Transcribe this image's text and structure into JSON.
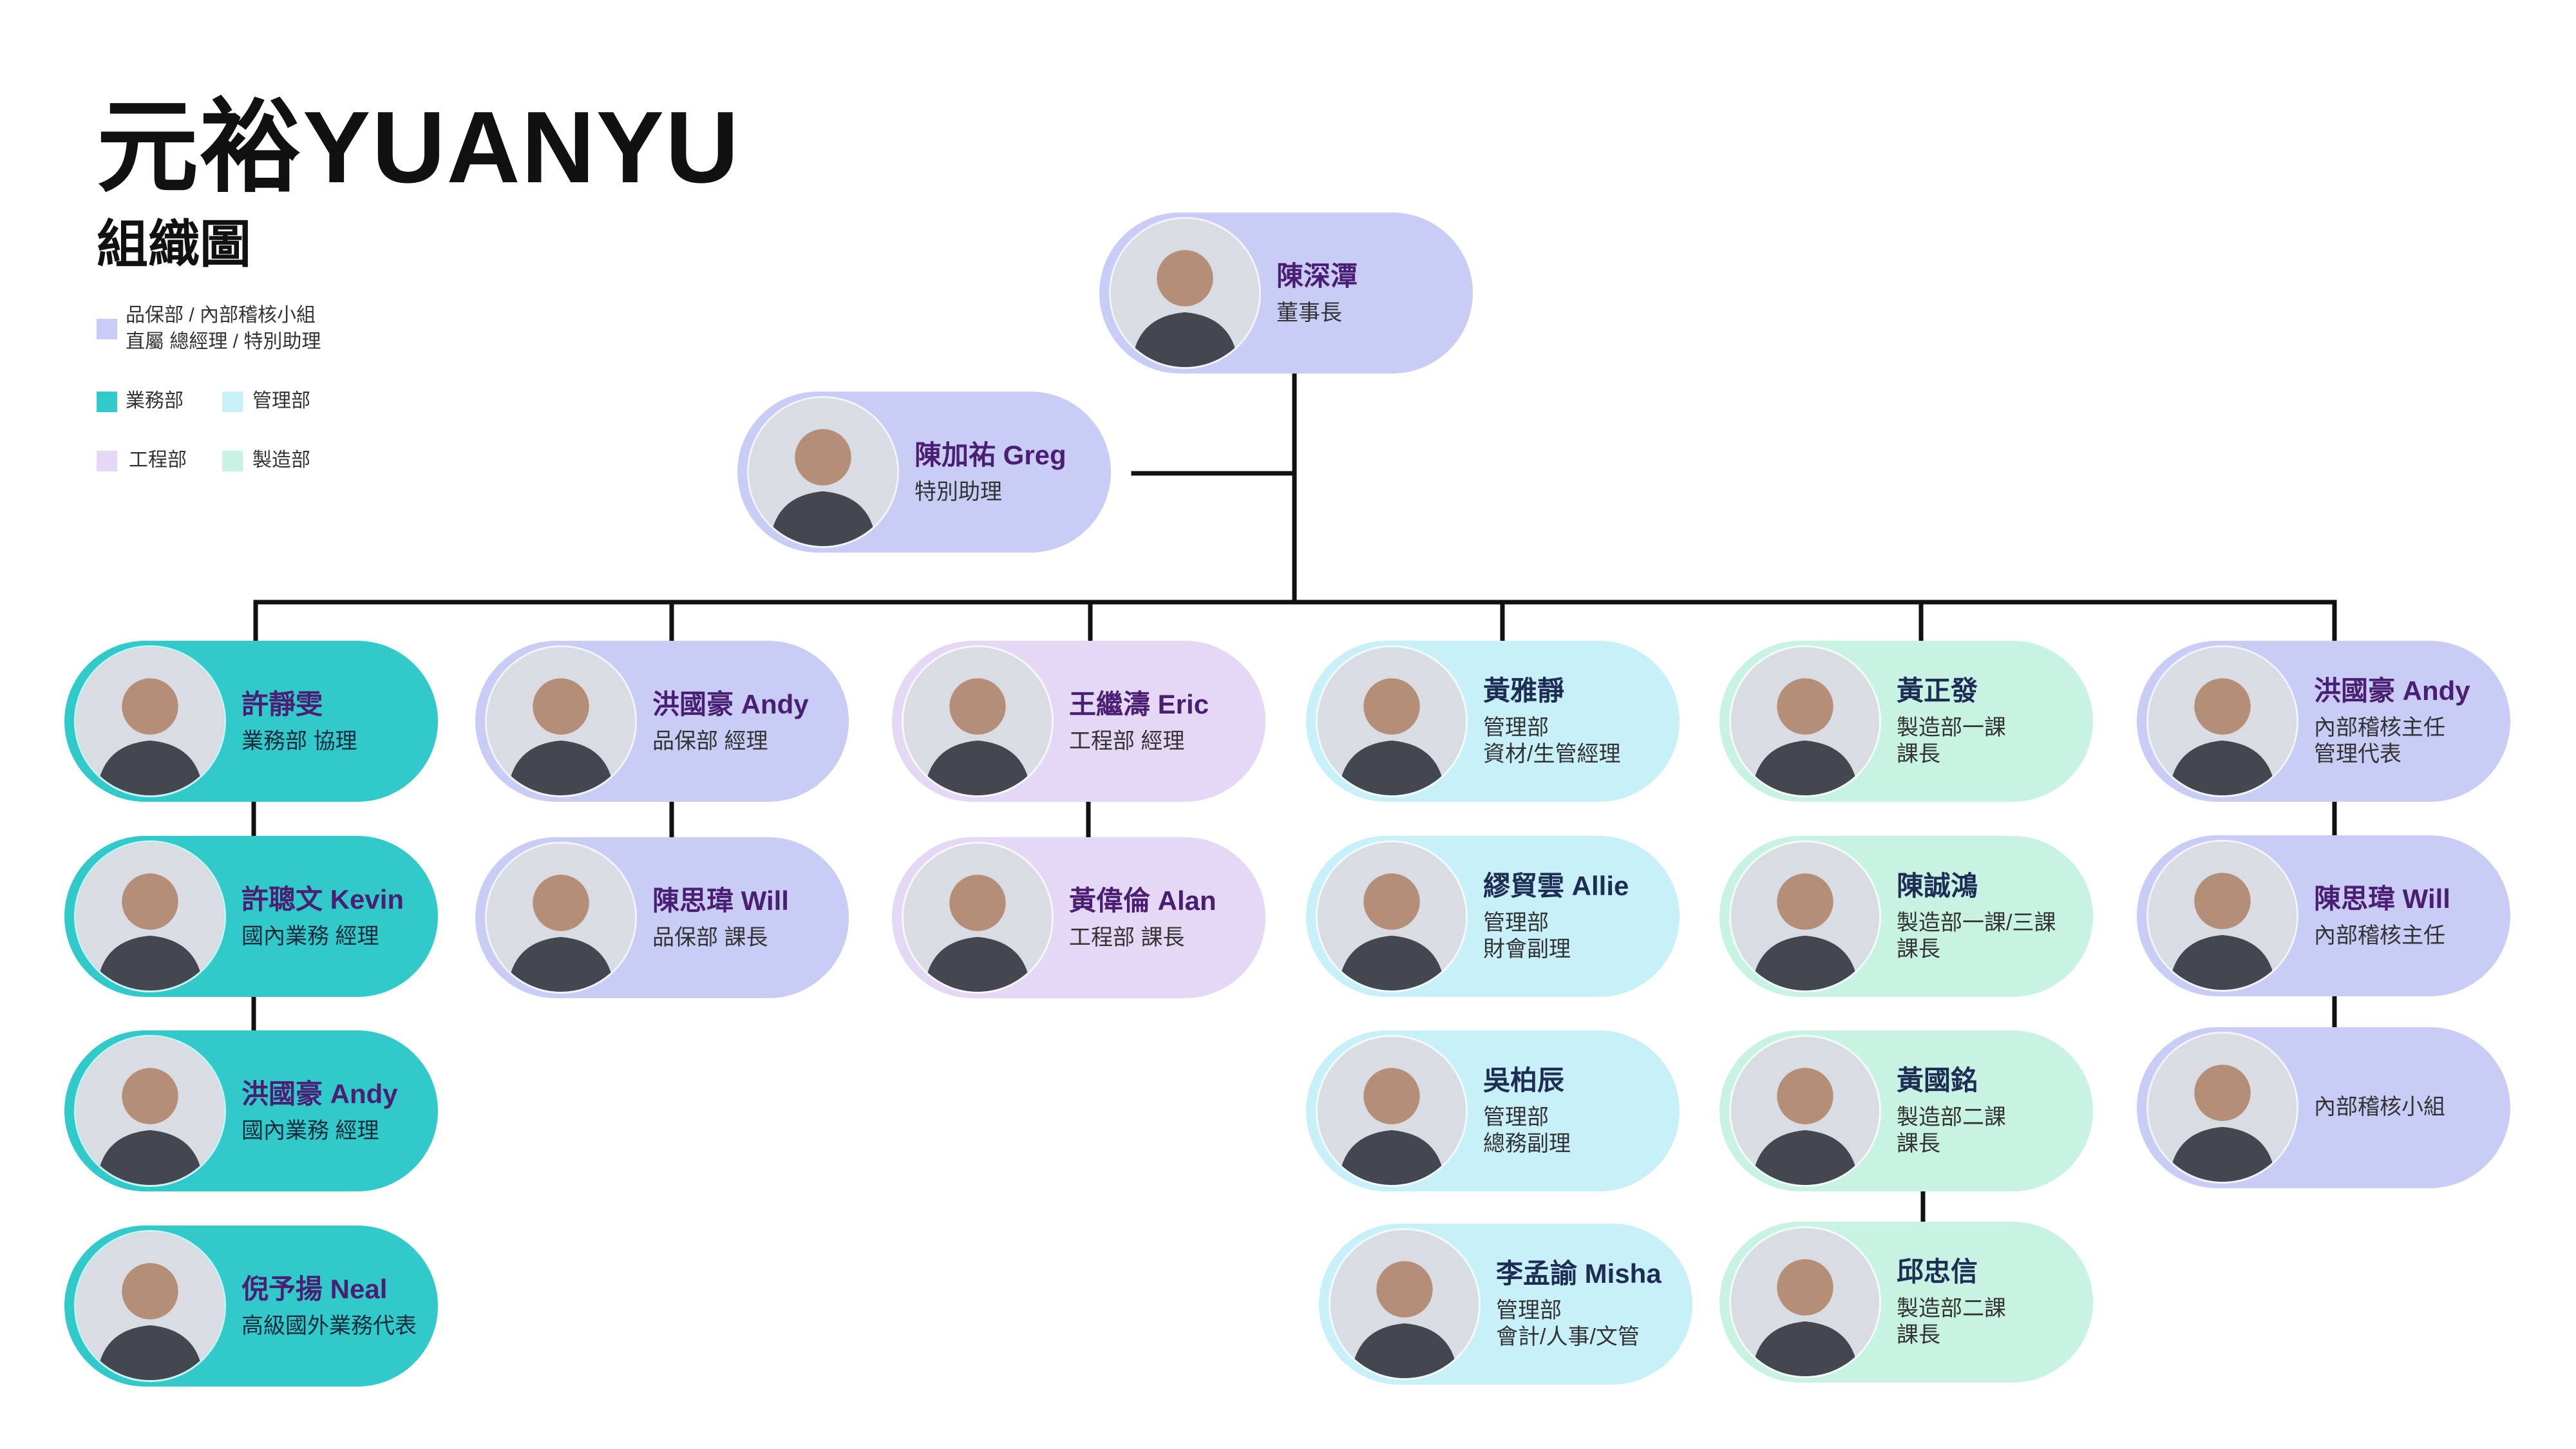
{
  "header": {
    "title": "元裕YUANYU",
    "subtitle": "組織圖"
  },
  "legend": {
    "quality_text": "品保部 / 內部稽核小組\n直屬 總經理 / 特別助理",
    "sales": "業務部",
    "admin": "管理部",
    "engineering": "工程部",
    "manufacturing": "製造部"
  },
  "colors": {
    "quality": "#c9cdf6",
    "sales": "#31c9c9",
    "admin": "#c7f0f9",
    "engineering": "#e5d8f4",
    "manufacturing": "#c8f3e2",
    "connector": "#111111"
  },
  "org": {
    "chairman": {
      "name": "陳深潭",
      "role": "董事長"
    },
    "assistant": {
      "name": "陳加祐 Greg",
      "role": "特別助理"
    },
    "sales": [
      {
        "name": "許靜雯",
        "role": "業務部 協理"
      },
      {
        "name": "許聰文 Kevin",
        "role": "國內業務 經理"
      },
      {
        "name": "洪國豪 Andy",
        "role": "國內業務 經理"
      },
      {
        "name": "倪予揚 Neal",
        "role": "高級國外業務代表"
      }
    ],
    "quality": [
      {
        "name": "洪國豪 Andy",
        "role": "品保部 經理"
      },
      {
        "name": "陳思瑋 Will",
        "role": "品保部 課長"
      }
    ],
    "engineering": [
      {
        "name": "王繼濤 Eric",
        "role": "工程部 經理"
      },
      {
        "name": "黃偉倫 Alan",
        "role": "工程部 課長"
      }
    ],
    "admin": [
      {
        "name": "黃雅靜",
        "role": "管理部\n資材/生管經理"
      },
      {
        "name": "繆貿雲 Allie",
        "role": "管理部\n財會副理"
      },
      {
        "name": "吳柏辰",
        "role": "管理部\n總務副理"
      },
      {
        "name": "李孟諭 Misha",
        "role": "管理部\n會計/人事/文管"
      }
    ],
    "manufacturing": [
      {
        "name": "黃正發",
        "role": "製造部一課\n課長"
      },
      {
        "name": "陳誠鴻",
        "role": "製造部一課/三課\n課長"
      },
      {
        "name": "黃國銘",
        "role": "製造部二課\n課長"
      },
      {
        "name": "邱忠信",
        "role": "製造部二課\n課長"
      }
    ],
    "audit": [
      {
        "name": "洪國豪 Andy",
        "role": "內部稽核主任\n管理代表"
      },
      {
        "name": "陳思瑋 Will",
        "role": "內部稽核主任"
      },
      {
        "name": "",
        "role": "內部稽核小組"
      }
    ]
  }
}
